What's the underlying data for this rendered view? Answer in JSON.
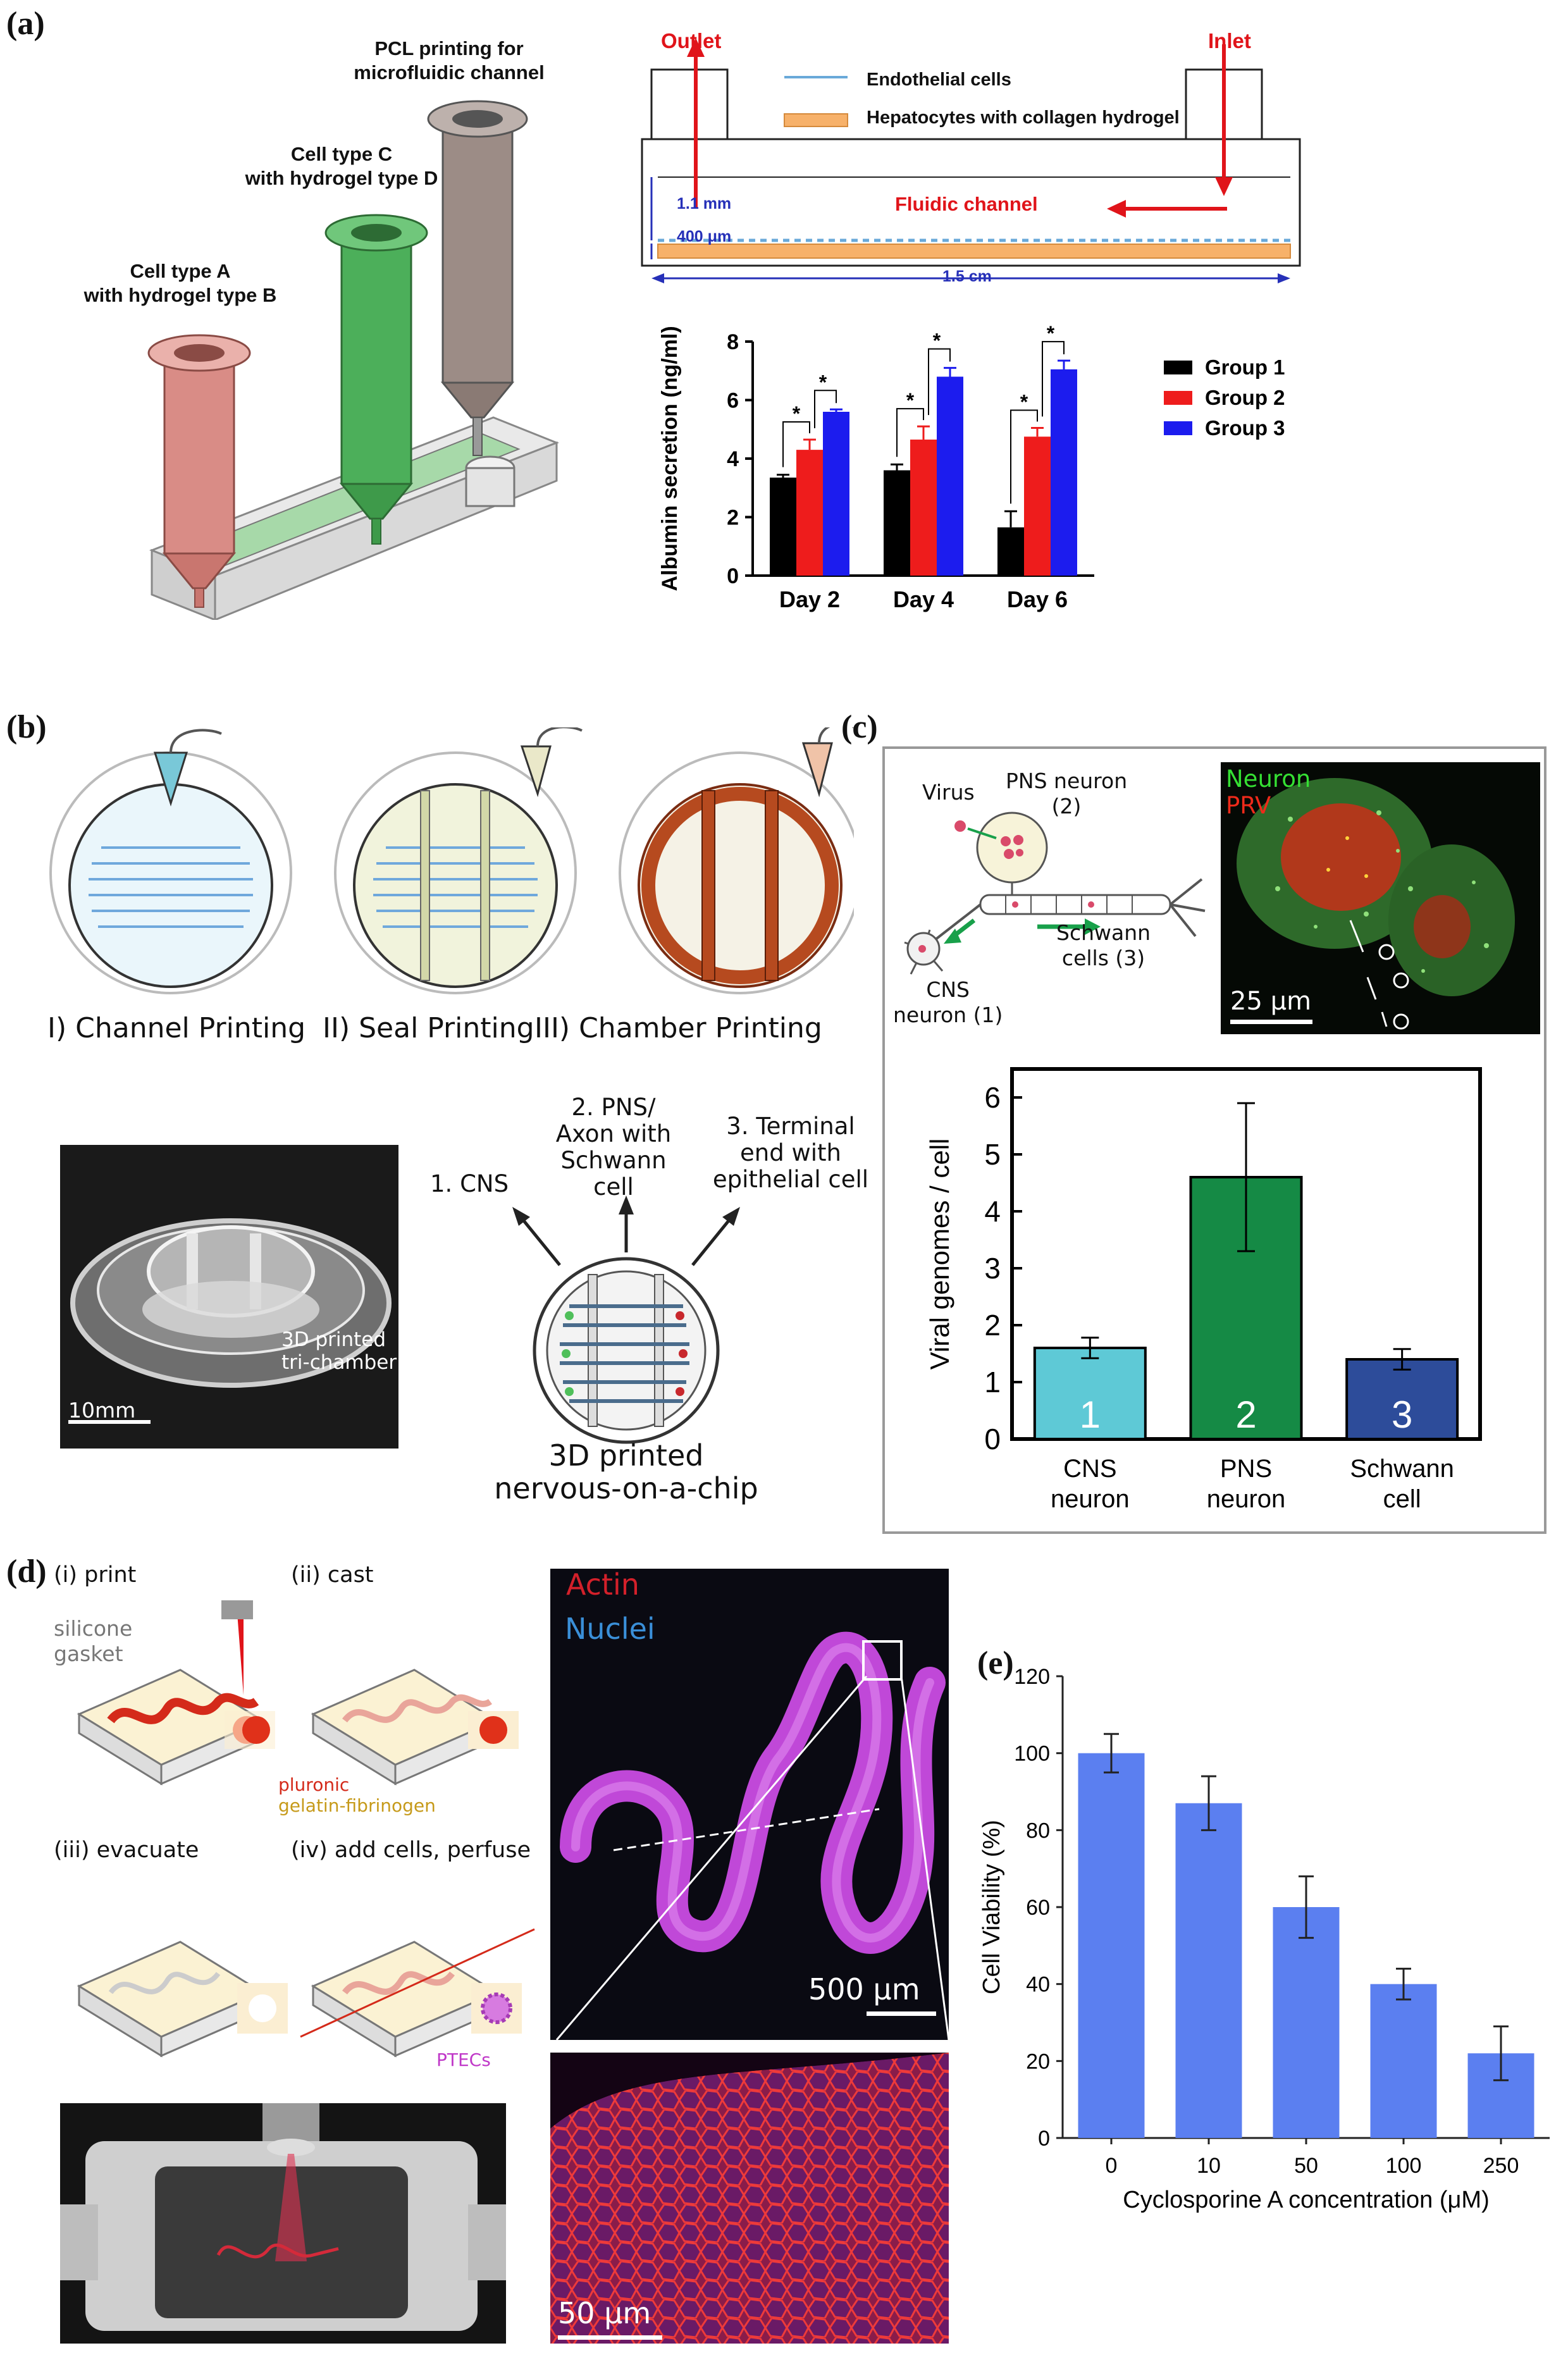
{
  "panel_labels": {
    "a": "(a)",
    "b": "(b)",
    "c": "(c)",
    "d": "(d)",
    "e": "(e)"
  },
  "panel_a": {
    "syringe_pcl": [
      "PCL printing for",
      "microfluidic channel"
    ],
    "syringe_c": [
      "Cell type C",
      "with hydrogel  type D"
    ],
    "syringe_a": [
      "Cell type A",
      "with hydrogel  type B"
    ],
    "outlet": "Outlet",
    "inlet": "Inlet",
    "legend_endothelial": "Endothelial cells",
    "legend_hepatocytes": "Hepatocytes with collagen hydrogel",
    "fluidic_channel": "Fluidic channel",
    "dim_height": "1.1 mm",
    "dim_layer": "400 μm",
    "dim_width": "1.5 cm",
    "colors": {
      "syringe_a": "#d98c86",
      "syringe_c": "#4caf5a",
      "syringe_pcl": "#9c8c86",
      "arrow": "#e0141a",
      "dim": "#2630b8"
    }
  },
  "panel_b": {
    "steps": [
      "I) Channel Printing",
      "II) Seal Printing",
      "III) Chamber Printing"
    ],
    "photo_label": [
      "3D printed",
      "tri-chamber"
    ],
    "scale_bar": "10mm",
    "chip_labels": {
      "cns": "1. CNS",
      "pns": [
        "2. PNS/",
        "Axon with",
        "Schwann cell"
      ],
      "terminal": [
        "3. Terminal",
        "end with",
        "epithelial cell"
      ]
    },
    "chip_title": [
      "3D printed",
      "nervous-on-a-chip"
    ]
  },
  "panel_c": {
    "diagram": {
      "virus": "Virus",
      "pns": [
        "PNS neuron",
        "(2)"
      ],
      "schwann": [
        "Schwann",
        "cells (3)"
      ],
      "cns": [
        "CNS",
        "neuron (1)"
      ]
    },
    "micro": {
      "neuron": "Neuron",
      "prv": "PRV",
      "scale": "25 μm"
    }
  },
  "panel_d": {
    "steps": {
      "print": "(i)  print",
      "cast": "(ii)  cast",
      "evacuate": "(iii)  evacuate",
      "add": "(iv)  add cells, perfuse"
    },
    "gasket": [
      "silicone",
      "gasket"
    ],
    "pluronic": "pluronic",
    "gelatin": "gelatin-fibrinogen",
    "ptecs": "PTECs",
    "stain_actin": "Actin",
    "stain_nuclei": "Nuclei",
    "scale_large": "500 μm",
    "scale_small": "50 μm"
  },
  "chart_data": [
    {
      "id": "albumin",
      "type": "bar",
      "categories": [
        "Day 2",
        "Day 4",
        "Day 6"
      ],
      "series": [
        {
          "name": "Group 1",
          "color": "#000000",
          "values": [
            3.35,
            3.6,
            1.65
          ],
          "errors": [
            0.1,
            0.2,
            0.55
          ]
        },
        {
          "name": "Group 2",
          "color": "#ee1c1c",
          "values": [
            4.3,
            4.65,
            4.75
          ],
          "errors": [
            0.35,
            0.45,
            0.3
          ]
        },
        {
          "name": "Group 3",
          "color": "#1c1cee",
          "values": [
            5.6,
            6.8,
            7.05
          ],
          "errors": [
            0.08,
            0.3,
            0.3
          ]
        }
      ],
      "ylabel": "Albumin secretion (ng/ml)",
      "ylim": [
        0,
        8
      ],
      "yticks": [
        0,
        2,
        4,
        6,
        8
      ],
      "significance": "*",
      "legend": "right"
    },
    {
      "id": "viral",
      "type": "bar",
      "categories": [
        [
          "CNS",
          "neuron"
        ],
        [
          "PNS",
          "neuron"
        ],
        [
          "Schwann",
          "cell"
        ]
      ],
      "bar_labels": [
        "1",
        "2",
        "3"
      ],
      "values": [
        1.6,
        4.6,
        1.4
      ],
      "errors": [
        0.18,
        1.3,
        0.18
      ],
      "colors": [
        "#5ec9d6",
        "#158a45",
        "#2d4c9a"
      ],
      "ylabel": "Viral genomes / cell",
      "ylim": [
        0,
        6.5
      ],
      "yticks": [
        0,
        1,
        2,
        3,
        4,
        5,
        6
      ]
    },
    {
      "id": "viability",
      "type": "bar",
      "categories": [
        "0",
        "10",
        "50",
        "100",
        "250"
      ],
      "values": [
        100,
        87,
        60,
        40,
        22
      ],
      "errors": [
        5,
        7,
        8,
        4,
        7
      ],
      "color": "#5b7ff0",
      "ylabel": "Cell Viability (%)",
      "xlabel": "Cyclosporine A concentration (μM)",
      "ylim": [
        0,
        120
      ],
      "yticks": [
        0,
        20,
        40,
        60,
        80,
        100,
        120
      ]
    }
  ]
}
